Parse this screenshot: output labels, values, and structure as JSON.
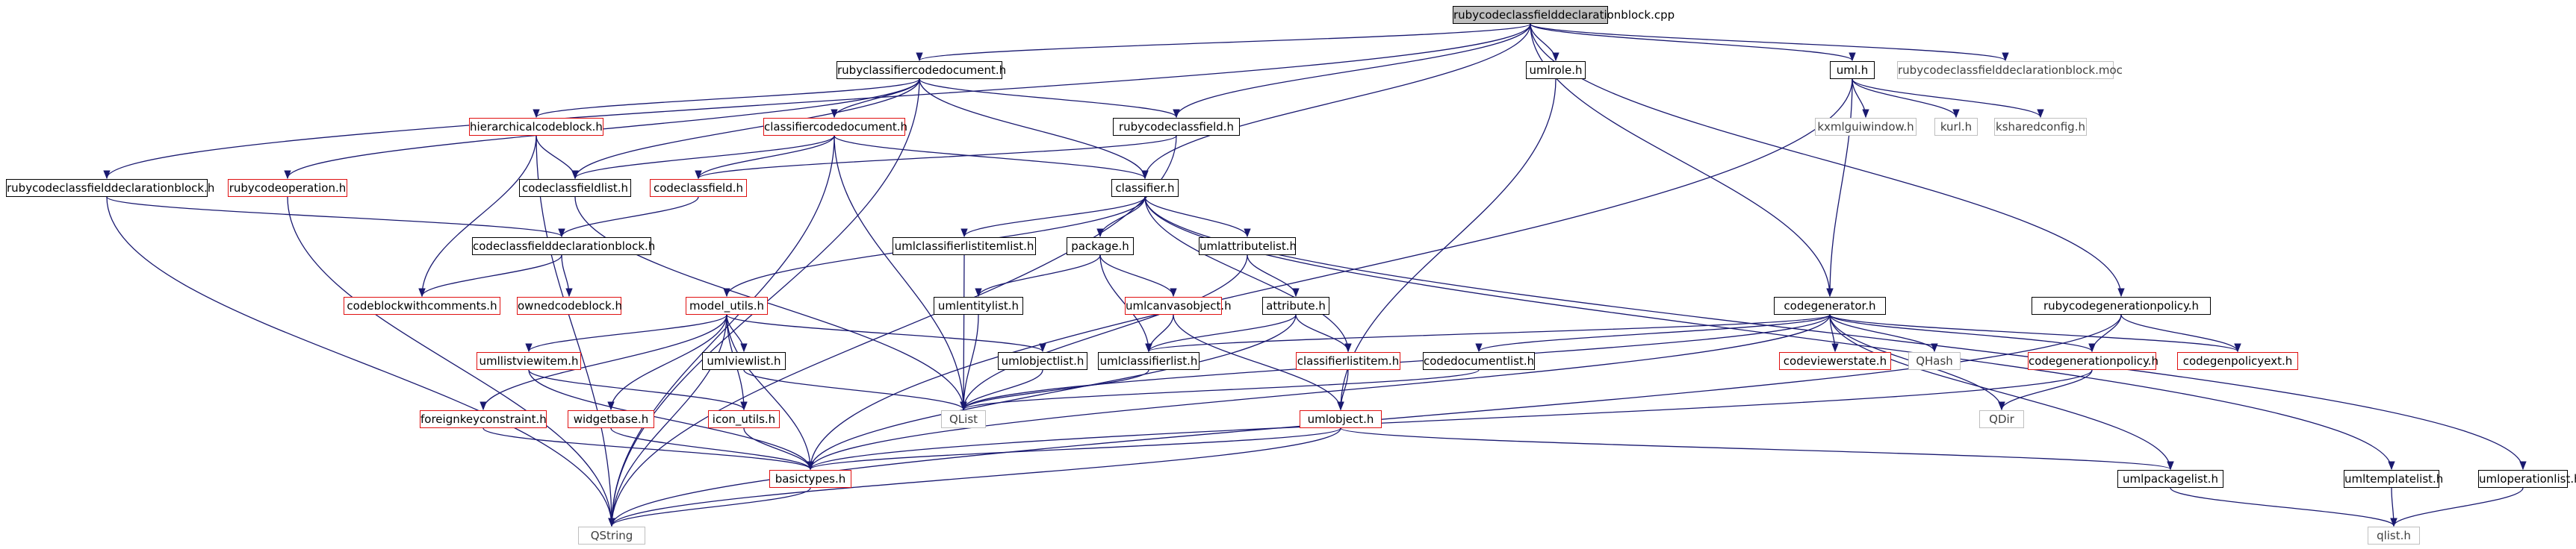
{
  "diagram": {
    "title": "rubycodeclassfielddeclarationblock.cpp",
    "colors": {
      "edge": "#191970",
      "normal_border": "#000000",
      "missing_border": "#e01010",
      "external_border": "#bfbfbf",
      "root_fill": "#bfbfbf"
    },
    "nodes": [
      {
        "id": "root",
        "label": "rubycodeclassfielddeclarationblock.cpp",
        "kind": "root"
      },
      {
        "id": "rcd",
        "label": "rubyclassifiercodedocument.h",
        "kind": "normal"
      },
      {
        "id": "umlrole",
        "label": "umlrole.h",
        "kind": "normal"
      },
      {
        "id": "uml",
        "label": "uml.h",
        "kind": "normal"
      },
      {
        "id": "moc",
        "label": "rubycodeclassfielddeclarationblock.moc",
        "kind": "external"
      },
      {
        "id": "kxml",
        "label": "kxmlguiwindow.h",
        "kind": "external"
      },
      {
        "id": "kurl",
        "label": "kurl.h",
        "kind": "external"
      },
      {
        "id": "ksc",
        "label": "ksharedconfig.h",
        "kind": "external"
      },
      {
        "id": "hcb",
        "label": "hierarchicalcodeblock.h",
        "kind": "missing"
      },
      {
        "id": "ccd",
        "label": "classifiercodedocument.h",
        "kind": "missing"
      },
      {
        "id": "rcf",
        "label": "rubycodeclassfield.h",
        "kind": "normal"
      },
      {
        "id": "rcfdb",
        "label": "rubycodeclassfielddeclarationblock.h",
        "kind": "normal"
      },
      {
        "id": "rco",
        "label": "rubycodeoperation.h",
        "kind": "missing"
      },
      {
        "id": "cfl",
        "label": "codeclassfieldlist.h",
        "kind": "normal"
      },
      {
        "id": "ccf",
        "label": "codeclassfield.h",
        "kind": "missing"
      },
      {
        "id": "cls",
        "label": "classifier.h",
        "kind": "normal"
      },
      {
        "id": "ccfdb",
        "label": "codeclassfielddeclarationblock.h",
        "kind": "normal"
      },
      {
        "id": "cbwc",
        "label": "codeblockwithcomments.h",
        "kind": "missing"
      },
      {
        "id": "ocb",
        "label": "ownedcodeblock.h",
        "kind": "missing"
      },
      {
        "id": "ucli",
        "label": "umlclassifierlistitemlist.h",
        "kind": "normal"
      },
      {
        "id": "pkg",
        "label": "package.h",
        "kind": "normal"
      },
      {
        "id": "ual",
        "label": "umlattributelist.h",
        "kind": "normal"
      },
      {
        "id": "mu",
        "label": "model_utils.h",
        "kind": "missing"
      },
      {
        "id": "uel",
        "label": "umlentitylist.h",
        "kind": "normal"
      },
      {
        "id": "uco",
        "label": "umlcanvasobject.h",
        "kind": "missing"
      },
      {
        "id": "attr",
        "label": "attribute.h",
        "kind": "normal"
      },
      {
        "id": "cg",
        "label": "codegenerator.h",
        "kind": "normal"
      },
      {
        "id": "rcgp",
        "label": "rubycodegenerationpolicy.h",
        "kind": "normal"
      },
      {
        "id": "ulvi",
        "label": "umllistviewitem.h",
        "kind": "missing"
      },
      {
        "id": "uvl",
        "label": "umlviewlist.h",
        "kind": "normal"
      },
      {
        "id": "uol",
        "label": "umlobjectlist.h",
        "kind": "normal"
      },
      {
        "id": "ucl",
        "label": "umlclassifierlist.h",
        "kind": "normal"
      },
      {
        "id": "cli",
        "label": "classifierlistitem.h",
        "kind": "missing"
      },
      {
        "id": "cdl",
        "label": "codedocumentlist.h",
        "kind": "normal"
      },
      {
        "id": "cvs",
        "label": "codeviewerstate.h",
        "kind": "missing"
      },
      {
        "id": "qhash",
        "label": "QHash",
        "kind": "external"
      },
      {
        "id": "cgp",
        "label": "codegenerationpolicy.h",
        "kind": "missing"
      },
      {
        "id": "cgpe",
        "label": "codegenpolicyext.h",
        "kind": "missing"
      },
      {
        "id": "fkc",
        "label": "foreignkeyconstraint.h",
        "kind": "missing"
      },
      {
        "id": "wb",
        "label": "widgetbase.h",
        "kind": "missing"
      },
      {
        "id": "iu",
        "label": "icon_utils.h",
        "kind": "missing"
      },
      {
        "id": "qlist",
        "label": "QList",
        "kind": "external"
      },
      {
        "id": "uo",
        "label": "umlobject.h",
        "kind": "missing"
      },
      {
        "id": "qdir",
        "label": "QDir",
        "kind": "external"
      },
      {
        "id": "bt",
        "label": "basictypes.h",
        "kind": "missing"
      },
      {
        "id": "upl",
        "label": "umlpackagelist.h",
        "kind": "normal"
      },
      {
        "id": "utl",
        "label": "umltemplatelist.h",
        "kind": "normal"
      },
      {
        "id": "uopl",
        "label": "umloperationlist.h",
        "kind": "normal"
      },
      {
        "id": "qstring",
        "label": "QString",
        "kind": "external"
      },
      {
        "id": "qlisth",
        "label": "qlist.h",
        "kind": "external"
      }
    ],
    "edges": [
      [
        "root",
        "rcd"
      ],
      [
        "root",
        "umlrole"
      ],
      [
        "root",
        "uml"
      ],
      [
        "root",
        "moc"
      ],
      [
        "root",
        "rcfdb"
      ],
      [
        "root",
        "rcf"
      ],
      [
        "root",
        "cls"
      ],
      [
        "root",
        "cg"
      ],
      [
        "root",
        "rcgp"
      ],
      [
        "rcd",
        "hcb"
      ],
      [
        "rcd",
        "ccd"
      ],
      [
        "rcd",
        "rcf"
      ],
      [
        "rcd",
        "rco"
      ],
      [
        "rcd",
        "cfl"
      ],
      [
        "rcd",
        "cls"
      ],
      [
        "rcd",
        "qstring"
      ],
      [
        "uml",
        "kxml"
      ],
      [
        "uml",
        "kurl"
      ],
      [
        "uml",
        "ksc"
      ],
      [
        "uml",
        "bt"
      ],
      [
        "uml",
        "cg"
      ],
      [
        "umlrole",
        "uo"
      ],
      [
        "hcb",
        "cfl"
      ],
      [
        "hcb",
        "cbwc"
      ],
      [
        "hcb",
        "qstring"
      ],
      [
        "ccd",
        "cfl"
      ],
      [
        "ccd",
        "ccf"
      ],
      [
        "ccd",
        "cls"
      ],
      [
        "ccd",
        "qlist"
      ],
      [
        "ccd",
        "qstring"
      ],
      [
        "rcf",
        "ccf"
      ],
      [
        "rcf",
        "qstring"
      ],
      [
        "rcfdb",
        "ccfdb"
      ],
      [
        "rcfdb",
        "qstring"
      ],
      [
        "rco",
        "qstring"
      ],
      [
        "cfl",
        "qlist"
      ],
      [
        "ccf",
        "ccfdb"
      ],
      [
        "ccfdb",
        "cbwc"
      ],
      [
        "ccfdb",
        "ocb"
      ],
      [
        "cls",
        "ucli"
      ],
      [
        "cls",
        "pkg"
      ],
      [
        "cls",
        "ual"
      ],
      [
        "cls",
        "mu"
      ],
      [
        "cls",
        "cli"
      ],
      [
        "cls",
        "utl"
      ],
      [
        "cls",
        "uopl"
      ],
      [
        "ucli",
        "qlist"
      ],
      [
        "pkg",
        "uel"
      ],
      [
        "pkg",
        "uco"
      ],
      [
        "pkg",
        "ucl"
      ],
      [
        "ual",
        "attr"
      ],
      [
        "ual",
        "qlist"
      ],
      [
        "uel",
        "qlist"
      ],
      [
        "uco",
        "ucl"
      ],
      [
        "uco",
        "uo"
      ],
      [
        "attr",
        "ucl"
      ],
      [
        "attr",
        "cli"
      ],
      [
        "attr",
        "bt"
      ],
      [
        "mu",
        "ulvi"
      ],
      [
        "mu",
        "uvl"
      ],
      [
        "mu",
        "uol"
      ],
      [
        "mu",
        "fkc"
      ],
      [
        "mu",
        "wb"
      ],
      [
        "mu",
        "iu"
      ],
      [
        "mu",
        "bt"
      ],
      [
        "mu",
        "qstring"
      ],
      [
        "ulvi",
        "iu"
      ],
      [
        "ulvi",
        "bt"
      ],
      [
        "uvl",
        "qlist"
      ],
      [
        "uol",
        "qlist"
      ],
      [
        "ucl",
        "qlist"
      ],
      [
        "cli",
        "uo"
      ],
      [
        "cg",
        "cdl"
      ],
      [
        "cg",
        "cvs"
      ],
      [
        "cg",
        "qhash"
      ],
      [
        "cg",
        "cgp"
      ],
      [
        "cg",
        "cgpe"
      ],
      [
        "cg",
        "qdir"
      ],
      [
        "cg",
        "ucl"
      ],
      [
        "cg",
        "upl"
      ],
      [
        "cg",
        "qlist"
      ],
      [
        "cg",
        "bt"
      ],
      [
        "rcgp",
        "cgp"
      ],
      [
        "rcgp",
        "cgpe"
      ],
      [
        "rcgp",
        "qstring"
      ],
      [
        "cdl",
        "qlist"
      ],
      [
        "cgp",
        "qdir"
      ],
      [
        "cgp",
        "bt"
      ],
      [
        "fkc",
        "bt"
      ],
      [
        "wb",
        "bt"
      ],
      [
        "iu",
        "bt"
      ],
      [
        "uo",
        "bt"
      ],
      [
        "uo",
        "upl"
      ],
      [
        "uo",
        "qstring"
      ],
      [
        "bt",
        "qstring"
      ],
      [
        "upl",
        "qlisth"
      ],
      [
        "utl",
        "qlisth"
      ],
      [
        "uopl",
        "qlisth"
      ]
    ]
  }
}
